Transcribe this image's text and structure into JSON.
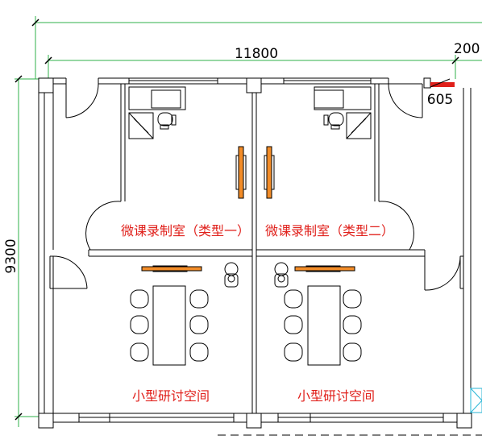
{
  "dimensions": {
    "width_total": "11800",
    "width_right": "200",
    "height_total": "9300",
    "offset_small": "605"
  },
  "rooms": {
    "recording_1": "微课录制室（类型一）",
    "recording_2": "微课录制室（类型二）",
    "study_1": "小型研讨空间",
    "study_2": "小型研讨空间"
  },
  "colors": {
    "dimension_line": "#2fb14a",
    "wall": "#000000",
    "room_label": "#e0201b",
    "light_fixture": "#f28c28",
    "marker": "#e0201b",
    "window_cyan": "#29b6d6"
  }
}
